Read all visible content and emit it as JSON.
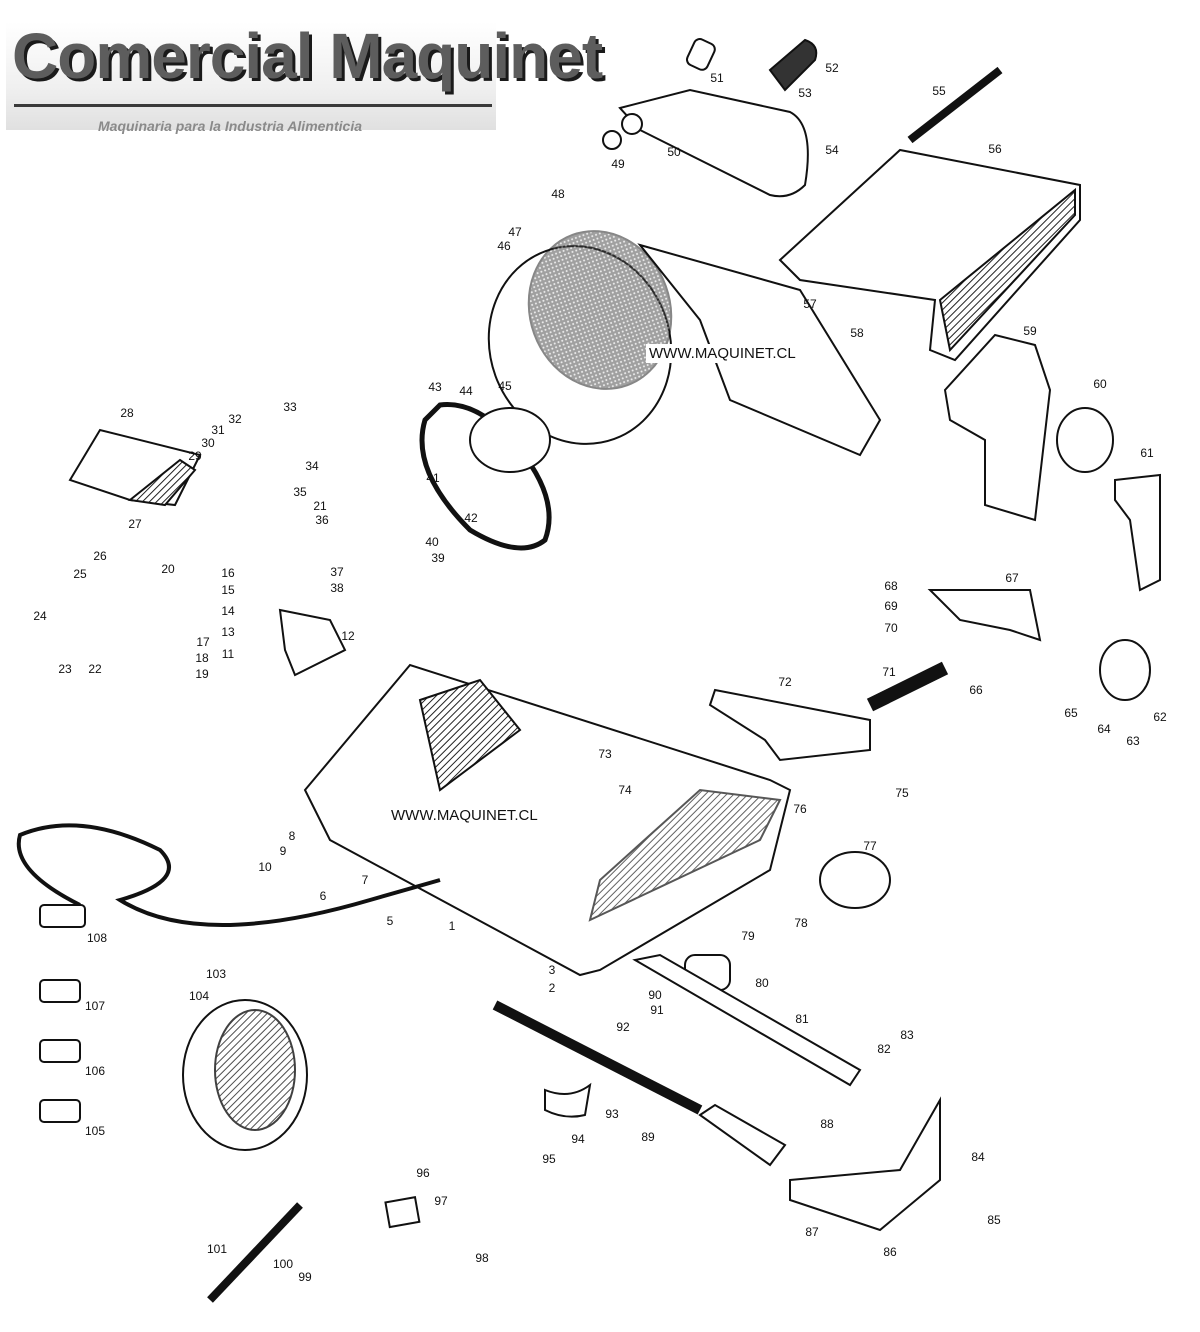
{
  "brand": {
    "name": "Comercial Maquinet",
    "tagline": "Maquinaria para la Industria Alimenticia"
  },
  "watermarks": [
    "WWW.MAQUINET.CL",
    "WWW.MAQUINET.CL"
  ],
  "part_labels": [
    "1",
    "2",
    "3",
    "5",
    "6",
    "7",
    "8",
    "9",
    "10",
    "11",
    "12",
    "13",
    "14",
    "15",
    "16",
    "17",
    "18",
    "19",
    "20",
    "21",
    "22",
    "23",
    "24",
    "25",
    "26",
    "27",
    "28",
    "29",
    "30",
    "31",
    "32",
    "33",
    "34",
    "35",
    "36",
    "37",
    "38",
    "39",
    "40",
    "41",
    "42",
    "43",
    "44",
    "45",
    "46",
    "47",
    "48",
    "49",
    "50",
    "51",
    "52",
    "53",
    "54",
    "55",
    "56",
    "57",
    "58",
    "59",
    "60",
    "61",
    "62",
    "63",
    "64",
    "65",
    "66",
    "67",
    "68",
    "69",
    "70",
    "71",
    "72",
    "73",
    "74",
    "75",
    "76",
    "77",
    "78",
    "79",
    "80",
    "81",
    "82",
    "83",
    "84",
    "85",
    "86",
    "87",
    "88",
    "89",
    "90",
    "91",
    "92",
    "93",
    "94",
    "95",
    "96",
    "97",
    "98",
    "99",
    "100",
    "101",
    "103",
    "104",
    "105",
    "106",
    "107",
    "108"
  ]
}
